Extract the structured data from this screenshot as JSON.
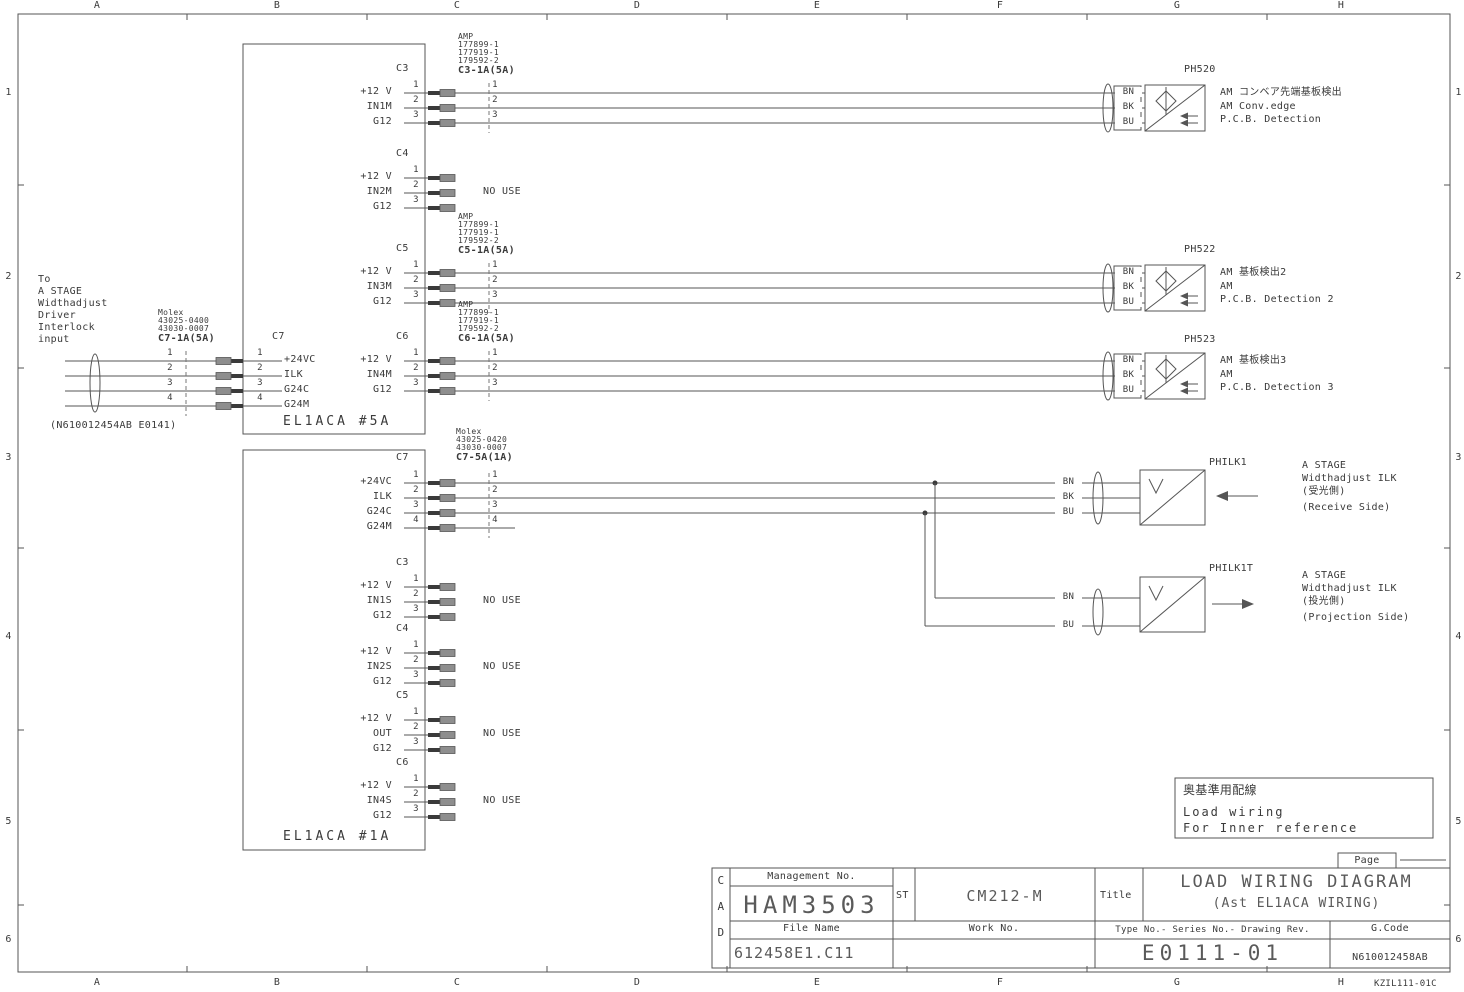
{
  "frame": {
    "cols": [
      "A",
      "B",
      "C",
      "D",
      "E",
      "F",
      "G",
      "H"
    ],
    "rows": [
      "1",
      "2",
      "3",
      "4",
      "5",
      "6"
    ],
    "doc_code": "KZIL111-01C"
  },
  "left_note": {
    "lines": [
      "To",
      "A STAGE",
      "Widthadjust",
      "Driver",
      "Interlock",
      "input"
    ]
  },
  "b5a": {
    "label": "EL1ACA #5A",
    "ref": "(N610012454AB E0141)",
    "c3": {
      "name": "C3",
      "amp": [
        "AMP",
        "177899-1",
        "177919-1",
        "179592-2"
      ],
      "part": "C3-1A(5A)",
      "pins": [
        "+12 V",
        "IN1M",
        "G12"
      ],
      "nums": [
        "1",
        "2",
        "3"
      ]
    },
    "c4": {
      "name": "C4",
      "pins": [
        "+12 V",
        "IN2M",
        "G12"
      ],
      "nums": [
        "1",
        "2",
        "3"
      ],
      "note": "NO USE"
    },
    "c5": {
      "name": "C5",
      "amp": [
        "AMP",
        "177899-1",
        "177919-1",
        "179592-2"
      ],
      "part": "C5-1A(5A)",
      "pins": [
        "+12 V",
        "IN3M",
        "G12"
      ],
      "nums": [
        "1",
        "2",
        "3"
      ]
    },
    "c6": {
      "name": "C6",
      "amp": [
        "AMP",
        "177899-1",
        "177919-1",
        "179592-2"
      ],
      "part": "C6-1A(5A)",
      "pins": [
        "+12 V",
        "IN4M",
        "G12"
      ],
      "nums": [
        "1",
        "2",
        "3"
      ]
    },
    "c7": {
      "name": "C7",
      "molex": [
        "Molex",
        "43025-0400",
        "43030-0007"
      ],
      "part": "C7-1A(5A)",
      "pins": [
        "+24VC",
        "ILK",
        "G24C",
        "G24M"
      ],
      "nums": [
        "1",
        "2",
        "3",
        "4"
      ]
    }
  },
  "b1a": {
    "label": "EL1ACA #1A",
    "c7": {
      "name": "C7",
      "molex": [
        "Molex",
        "43025-0420",
        "43030-0007"
      ],
      "part": "C7-5A(1A)",
      "pins": [
        "+24VC",
        "ILK",
        "G24C",
        "G24M"
      ],
      "nums": [
        "1",
        "2",
        "3",
        "4"
      ]
    },
    "c3": {
      "name": "C3",
      "pins": [
        "+12 V",
        "IN1S",
        "G12"
      ],
      "nums": [
        "1",
        "2",
        "3"
      ],
      "note": "NO USE"
    },
    "c4": {
      "name": "C4",
      "pins": [
        "+12 V",
        "IN2S",
        "G12"
      ],
      "nums": [
        "1",
        "2",
        "3"
      ],
      "note": "NO USE"
    },
    "c5": {
      "name": "C5",
      "pins": [
        "+12 V",
        "OUT",
        "G12"
      ],
      "nums": [
        "1",
        "2",
        "3"
      ],
      "note": "NO USE"
    },
    "c6": {
      "name": "C6",
      "pins": [
        "+12 V",
        "IN4S",
        "G12"
      ],
      "nums": [
        "1",
        "2",
        "3"
      ],
      "note": "NO USE"
    }
  },
  "ph520": {
    "name": "PH520",
    "wires": [
      "BN",
      "BK",
      "BU"
    ],
    "desc": [
      "AM コンベア先端基板検出",
      "AM Conv.edge",
      "P.C.B. Detection"
    ]
  },
  "ph522": {
    "name": "PH522",
    "wires": [
      "BN",
      "BK",
      "BU"
    ],
    "desc": [
      "AM 基板検出2",
      "AM",
      "P.C.B. Detection 2"
    ]
  },
  "ph523": {
    "name": "PH523",
    "wires": [
      "BN",
      "BK",
      "BU"
    ],
    "desc": [
      "AM 基板検出3",
      "AM",
      "P.C.B. Detection 3"
    ]
  },
  "philk1": {
    "name": "PHILK1",
    "wires": [
      "BN",
      "BK",
      "BU"
    ],
    "desc": [
      "A STAGE",
      "Widthadjust ILK",
      "(受光側)",
      "(Receive Side)"
    ]
  },
  "philk1t": {
    "name": "PHILK1T",
    "wires": [
      "BN",
      "BU"
    ],
    "desc": [
      "A STAGE",
      "Widthadjust ILK",
      "(投光側)",
      "(Projection Side)"
    ]
  },
  "ref_note": {
    "lines": [
      "奥基準用配線",
      "Load wiring",
      "For Inner reference"
    ]
  },
  "tb": {
    "page": "Page",
    "cad": [
      "C",
      "A",
      "D"
    ],
    "mgmt_label": "Management No.",
    "mgmt_no": "HAM3503",
    "st": "ST",
    "machine": "CM212-M",
    "title_label": "Title",
    "title1": "LOAD WIRING DIAGRAM",
    "title2": "(Ast EL1ACA WIRING)",
    "file_label": "File Name",
    "file_name": "612458E1.C11",
    "work_label": "Work No.",
    "type_label": "Type No.- Series No.- Drawing Rev.",
    "drawing_no": "E0111-01",
    "gcode_label": "G.Code",
    "gcode": "N610012458AB"
  }
}
